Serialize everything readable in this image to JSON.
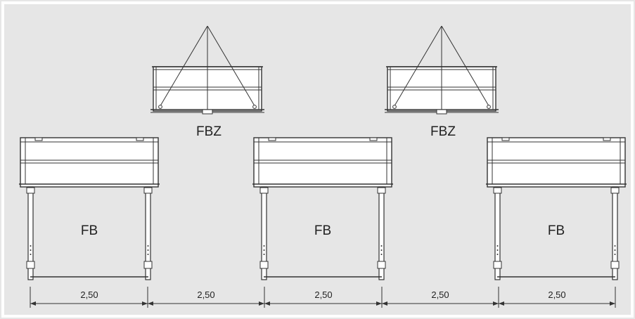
{
  "colors": {
    "background": "#e6e6e6",
    "frame": "#ffffff",
    "platform_fill": "#ffffff",
    "line": "#333333"
  },
  "units": [
    {
      "label": "FB"
    },
    {
      "label": "FB"
    },
    {
      "label": "FB"
    }
  ],
  "hoists": [
    {
      "label": "FBZ"
    },
    {
      "label": "FBZ"
    }
  ],
  "dimensions": [
    {
      "value": "2,50"
    },
    {
      "value": "2,50"
    },
    {
      "value": "2,50"
    },
    {
      "value": "2,50"
    },
    {
      "value": "2,50"
    }
  ]
}
